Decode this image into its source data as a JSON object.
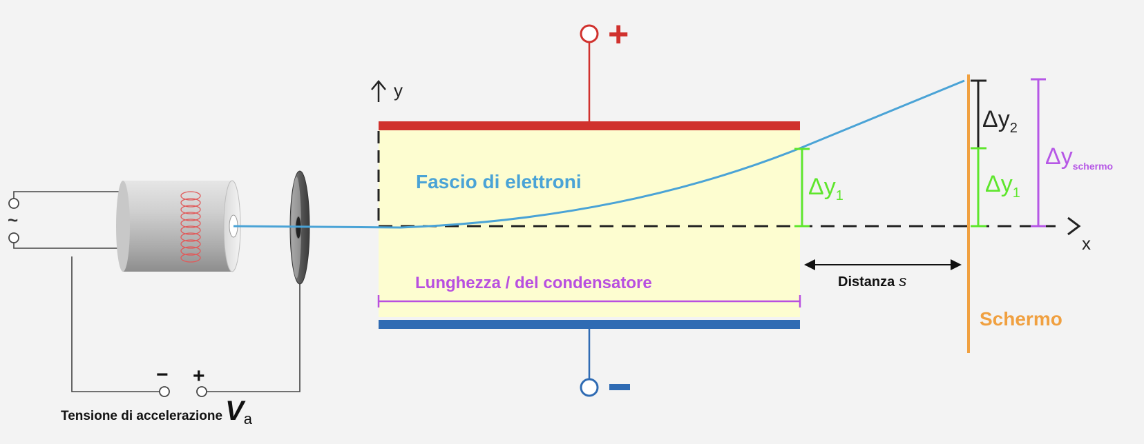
{
  "labels": {
    "beam": "Fascio di elettroni",
    "capacitor_length": "Lunghezza / del condensatore",
    "distance": "Distanza",
    "distance_symbol": "s",
    "screen": "Schermo",
    "accel_voltage": "Tensione di accelerazione",
    "voltage_symbol": "V",
    "voltage_subscript": "a",
    "plus": "+",
    "minus": "−",
    "y_axis": "y",
    "x_axis": "x",
    "ac_symbol": "~",
    "delta": "Δy",
    "sub_1": "1",
    "sub_2": "2",
    "sub_screen": "schermo"
  },
  "colors": {
    "positive_plate": "#d0312d",
    "negative_plate": "#2f6bb3",
    "capacitor_fill": "#fdfdd0",
    "beam": "#4aa3d6",
    "length_marker": "#b84fe0",
    "delta_y1": "#5ee62c",
    "delta_y2": "#222222",
    "delta_y_screen": "#b657e6",
    "screen": "#f0a040",
    "filament": "#e05a5a"
  }
}
